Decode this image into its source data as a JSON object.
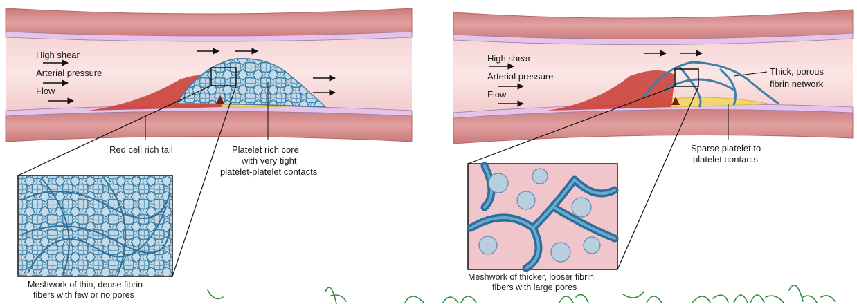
{
  "left_panel": {
    "flow_labels": [
      "High shear",
      "Arterial pressure",
      "Flow"
    ],
    "tail_label": "Red cell rich tail",
    "core_label": [
      "Platelet rich core",
      "with very tight",
      "platelet-platelet contacts"
    ],
    "inset_caption": [
      "Meshwork of thin, dense fibrin",
      "fibers with few or no pores"
    ]
  },
  "right_panel": {
    "flow_labels": [
      "High shear",
      "Arterial pressure",
      "Flow"
    ],
    "network_label": [
      "Thick, porous",
      "fibrin network"
    ],
    "contacts_label": [
      "Sparse platelet to",
      "platelet contacts"
    ],
    "inset_caption": [
      "Meshwork of thicker, looser fibrin",
      "fibers with large pores"
    ]
  },
  "colors": {
    "vessel_wall": "#d98e8e",
    "lumen": "#f2c9c9",
    "endothelium": "#e7c6ea",
    "plaque": "#f3d66e",
    "red_cells": "#c93a33",
    "fibrin": "#4a8db3",
    "inset_bg": "#f0c6cc",
    "handwriting": "#2e8b3c"
  }
}
